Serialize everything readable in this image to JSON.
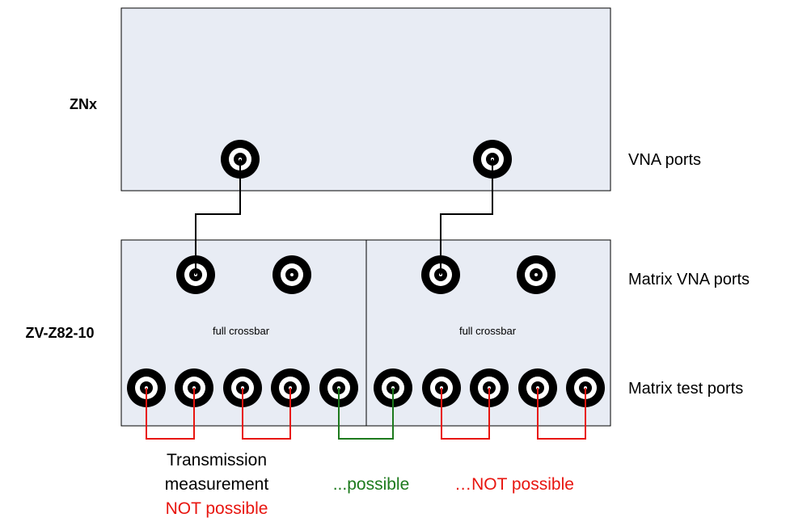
{
  "instrument_label": "ZNx",
  "matrix_label": "ZV-Z82-10",
  "right_labels": {
    "vna_ports": "VNA ports",
    "matrix_vna_ports": "Matrix VNA ports",
    "matrix_test_ports": "Matrix test ports"
  },
  "crossbar": {
    "left": "full crossbar",
    "right": "full crossbar"
  },
  "notes": {
    "transmission_line1": "Transmission",
    "transmission_line2": "measurement",
    "transmission_line3": "NOT possible",
    "possible": "...possible",
    "not_possible": "…NOT possible"
  },
  "colors": {
    "box_fill": "#e8ecf4",
    "not_possible": "#e8150f",
    "possible": "#1d7a1d",
    "wire": "#000000"
  }
}
